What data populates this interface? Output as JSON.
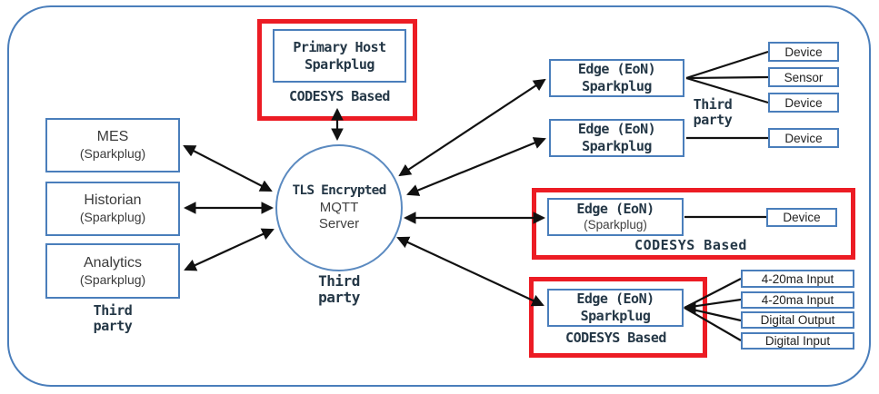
{
  "colors": {
    "box_border_blue": "#4a7ebb",
    "circle_border_blue": "#5b8ac0",
    "highlight_red": "#ec1c24",
    "heading_text_navy": "#243746",
    "body_text_gray": "#3b3b3b",
    "connector_black": "#111111"
  },
  "primary_host": {
    "line1": "Primary Host",
    "line2": "Sparkplug",
    "caption": "CODESYS Based"
  },
  "left_nodes": [
    {
      "title": "MES",
      "subtitle": "(Sparkplug)"
    },
    {
      "title": "Historian",
      "subtitle": "(Sparkplug)"
    },
    {
      "title": "Analytics",
      "subtitle": "(Sparkplug)"
    }
  ],
  "left_caption": {
    "line1": "Third",
    "line2": "party"
  },
  "server": {
    "line1": "TLS Encrypted",
    "line2": "MQTT",
    "line3": "Server",
    "caption": {
      "line1": "Third",
      "line2": "party"
    }
  },
  "edge_nodes": [
    {
      "line1": "Edge (EoN)",
      "line2": "Sparkplug"
    },
    {
      "line1": "Edge (EoN)",
      "line2": "Sparkplug"
    },
    {
      "line1": "Edge (EoN)",
      "line2": "(Sparkplug)",
      "caption": "CODESYS Based"
    },
    {
      "line1": "Edge (EoN)",
      "line2": "Sparkplug",
      "caption": "CODESYS Based"
    }
  ],
  "right_caption": {
    "line1": "Third",
    "line2": "party"
  },
  "edge1_devices": [
    "Device",
    "Sensor",
    "Device"
  ],
  "edge2_devices": [
    "Device"
  ],
  "edge3_devices": [
    "Device"
  ],
  "edge4_devices": [
    "4-20ma Input",
    "4-20ma Input",
    "Digital Output",
    "Digital Input"
  ]
}
